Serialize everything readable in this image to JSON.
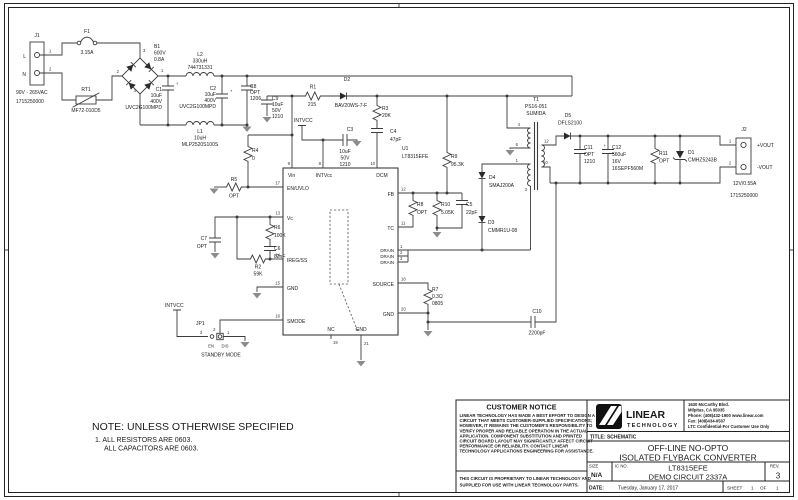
{
  "colors": {
    "ink": "#3c3c3c",
    "ground": "#8c8c8c",
    "background": "#ffffff",
    "logo": "#111111"
  },
  "note": {
    "heading": "NOTE: UNLESS OTHERWISE SPECIFIED",
    "line1": "1.  ALL RESISTORS ARE 0603.",
    "line2": "ALL CAPACITORS ARE 0603."
  },
  "customer_notice": {
    "heading": "CUSTOMER NOTICE",
    "body": [
      "LINEAR TECHNOLOGY HAS MADE A BEST EFFORT TO DESIGN A",
      "CIRCUIT THAT MEETS CUSTOMER-SUPPLIED SPECIFICATIONS;",
      "HOWEVER, IT REMAINS THE CUSTOMER'S RESPONSIBILITY TO",
      "VERIFY PROPER AND RELIABLE OPERATION IN THE ACTUAL",
      "APPLICATION.  COMPONENT SUBSTITUTION AND PRINTED",
      "CIRCUIT BOARD LAYOUT MAY SIGNIFICANTLY AFFECT CIRCUIT",
      "PERFORMANCE OR RELIABILITY.  CONTACT LINEAR",
      "TECHNOLOGY APPLICATIONS ENGINEERING FOR ASSISTANCE."
    ],
    "proprietary1": "THIS CIRCUIT IS PROPRIETARY TO LINEAR TECHNOLOGY AND",
    "proprietary2": "SUPPLIED FOR USE WITH LINEAR TECHNOLOGY PARTS."
  },
  "title_block": {
    "company1": "LINEAR",
    "company2": "TECHNOLOGY",
    "address": [
      "1630 McCarthy Blvd.",
      "Milpitas, CA 95035",
      "Phone: (408)432-1900   www.linear.com",
      "Fax: (408)434-0507",
      "LTC Confidential-For Customer Use Only"
    ],
    "title_label": "TITLE: SCHEMATIC",
    "title1": "OFF-LINE NO-OPTO",
    "title2": "ISOLATED FLYBACK CONVERTER",
    "size_label": "SIZE",
    "size": "N/A",
    "ic_label": "IC NO.",
    "ic1": "LT8315EFE",
    "ic2": "DEMO CIRCUIT 2337A",
    "rev_label": "REV.",
    "rev": "3",
    "date_label": "DATE:",
    "date": "Tuesday, January 17, 2017",
    "sheet_label": "SHEET",
    "sheet_no": "1",
    "of_label": "OF",
    "sheet_total": "1"
  },
  "nets": {
    "intvcc_a": "INTVCC",
    "intvcc_b": "INTVCC"
  },
  "ic": {
    "ref": "U1",
    "part": "LT8315EFE",
    "pins": {
      "p9": "9",
      "p8": "8",
      "p10": "10",
      "p17": "17",
      "p13": "13",
      "p14": "14",
      "p15": "15",
      "p16": "16",
      "p12": "12",
      "p11": "11",
      "p1": "1",
      "p2": "2",
      "p3": "3",
      "p18": "18",
      "p20": "20",
      "p19": "19",
      "p21": "21",
      "vin": "Vin",
      "intvcc": "INTVcc",
      "dcm": "DCM",
      "en": "EN/UVLO",
      "vc": "Vc",
      "ireg": "IREG/SS",
      "gnd": "GND",
      "smode": "SMODE",
      "fb": "FB",
      "tc": "TC",
      "drain1": "DRAIN",
      "drain2": "DRAIN",
      "drain3": "DRAIN",
      "source": "SOURCE",
      "gnd2": "GND",
      "nc": "NC",
      "gnd3": "GND"
    }
  },
  "parts": {
    "j1": {
      "ref": "J1",
      "pin_l": "L",
      "pin_n": "N",
      "n1": "1",
      "n2": "2",
      "v1": "90V - 265VAC",
      "v2": "1715250000"
    },
    "f1": {
      "ref": "F1",
      "v": "3.15A"
    },
    "rt1": {
      "ref": "RT1",
      "v": "MF72-010D5"
    },
    "b1": {
      "ref": "B1",
      "v1": "600V",
      "v2": "0.8A",
      "n1": "1",
      "n2": "2",
      "n3": "3",
      "n4": "4"
    },
    "l2": {
      "ref": "L2",
      "v1": "330uH",
      "v2": "744731331"
    },
    "l1": {
      "ref": "L1",
      "v1": "10uH",
      "v2": "MLP2520S100S"
    },
    "c1": {
      "ref": "C1",
      "v1": "10uF",
      "v2": "400V",
      "v3": "UVC2G100MPD",
      "plus": "+"
    },
    "c2": {
      "ref": "C2",
      "v1": "10uF",
      "v2": "400V",
      "v3": "UVC2G100MPD",
      "plus": "+"
    },
    "c8": {
      "ref": "C8",
      "v1": "OPT",
      "v2": "1206"
    },
    "c9": {
      "ref": "C9",
      "v1": "10uF",
      "v2": "50V",
      "v3": "1210"
    },
    "r1": {
      "ref": "R1",
      "v": "215"
    },
    "d2": {
      "ref": "D2",
      "v": "BAV20WS-7-F"
    },
    "r3": {
      "ref": "R3",
      "v": "20K"
    },
    "c4": {
      "ref": "C4",
      "v": "47pF"
    },
    "c3": {
      "ref": "C3",
      "v1": "10uF",
      "v2": "50V",
      "v3": "1210"
    },
    "r4": {
      "ref": "R4",
      "v": "0"
    },
    "r5": {
      "ref": "R5",
      "v": "OPT"
    },
    "c7": {
      "ref": "C7",
      "v": "OPT"
    },
    "r6": {
      "ref": "R6",
      "v": "100K"
    },
    "c6": {
      "ref": "C6",
      "v": "82nF"
    },
    "r2": {
      "ref": "R2",
      "v": "59K"
    },
    "jp1": {
      "ref": "JP1",
      "n1": "1",
      "n2": "2",
      "n3": "3",
      "en": "EN",
      "dis": "DIS",
      "mode": "STANDBY MODE"
    },
    "r9": {
      "ref": "R9",
      "v": "95.3K"
    },
    "r8": {
      "ref": "R8",
      "v": "OPT"
    },
    "r10": {
      "ref": "R10",
      "v": "5.05K"
    },
    "c5": {
      "ref": "C5",
      "v": "22pF"
    },
    "d4": {
      "ref": "D4",
      "v": "SMAJ200A"
    },
    "d3": {
      "ref": "D3",
      "v": "CMMR1U-08"
    },
    "r7": {
      "ref": "R7",
      "v1": "0.3Ω",
      "v2": "0805"
    },
    "c10": {
      "ref": "C10",
      "v": "2200pF"
    },
    "t1": {
      "ref": "T1",
      "v1": "PS16-051",
      "v2": "SUMIDA",
      "n1": "1",
      "n3": "3",
      "n4": "4",
      "n6": "6",
      "n10": "10",
      "n12": "12"
    },
    "d5": {
      "ref": "D5",
      "v": "DFLS2100"
    },
    "c11": {
      "ref": "C11",
      "v1": "OPT",
      "v2": "1210"
    },
    "c12": {
      "ref": "C12",
      "v1": "560uF",
      "v2": "16V",
      "v3": "16SEPF560M",
      "plus": "+"
    },
    "r11": {
      "ref": "R11",
      "v": "OPT"
    },
    "d1": {
      "ref": "D1",
      "v": "CMHZ5243B"
    },
    "j2": {
      "ref": "J2",
      "n1": "1",
      "n2": "2",
      "vp": "+VOUT",
      "vn": "-VOUT",
      "v1": "12V/0.55A",
      "v2": "1715250000"
    }
  }
}
